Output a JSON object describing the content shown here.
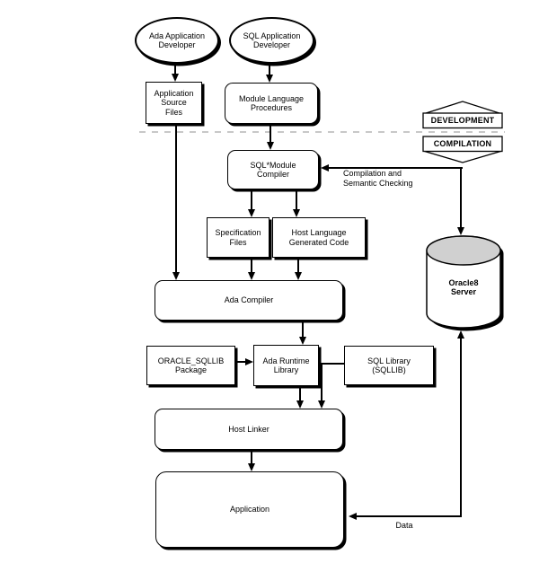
{
  "colors": {
    "line": "#000000",
    "divider_dash": "#c8c8c8",
    "cylinder_top_fill": "#d0d0d0",
    "node_fill": "#ffffff",
    "background": "#ffffff"
  },
  "phases": {
    "development": "DEVELOPMENT",
    "compilation": "COMPILATION"
  },
  "nodes": {
    "ada_developer": "Ada Application\nDeveloper",
    "sql_developer": "SQL Application\nDeveloper",
    "application_source_files": "Application\nSource\nFiles",
    "module_language_procedures": "Module Language\nProcedures",
    "sql_module_compiler": "SQL*Module\nCompiler",
    "specification_files": "Specification\nFiles",
    "host_language_generated_code": "Host Language\nGenerated Code",
    "ada_compiler": "Ada Compiler",
    "oracle_sqllib_package": "ORACLE_SQLLIB\nPackage",
    "ada_runtime_library": "Ada Runtime\nLibrary",
    "sql_library": "SQL Library\n(SQLLIB)",
    "host_linker": "Host Linker",
    "application": "Application",
    "oracle8_server": "Oracle8\nServer"
  },
  "edge_labels": {
    "compilation_semantic_checking": "Compilation and\nSemantic Checking",
    "data": "Data"
  }
}
